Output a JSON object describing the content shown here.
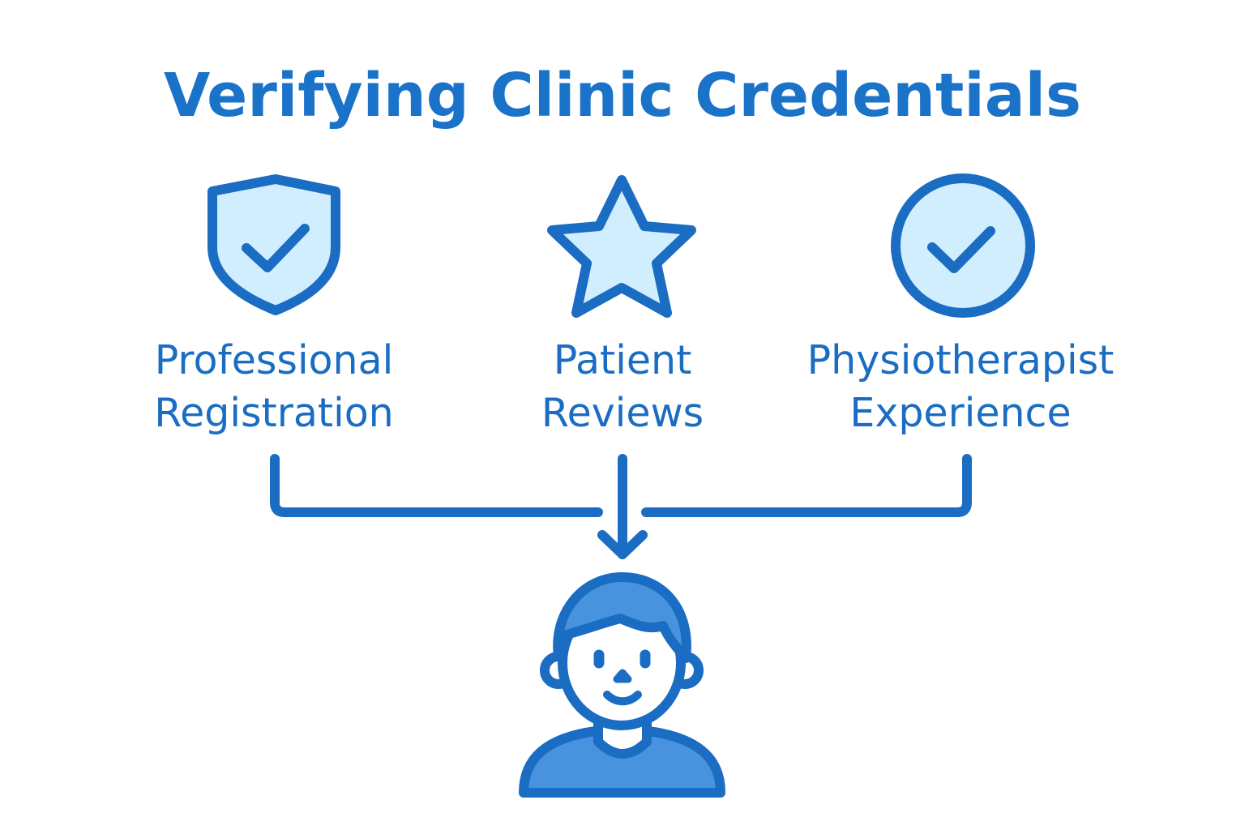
{
  "title": "Verifying Clinic Credentials",
  "colors": {
    "stroke": "#1a6dc2",
    "icon_fill": "#d1eeff",
    "person_fill": "#4893de",
    "background": "#ffffff"
  },
  "items": [
    {
      "icon": "shield-check-icon",
      "line1": "Professional",
      "line2": "Registration"
    },
    {
      "icon": "star-icon",
      "line1": "Patient",
      "line2": "Reviews"
    },
    {
      "icon": "check-circle-icon",
      "line1": "Physiotherapist",
      "line2": "Experience"
    }
  ],
  "target": {
    "icon": "person-icon"
  }
}
